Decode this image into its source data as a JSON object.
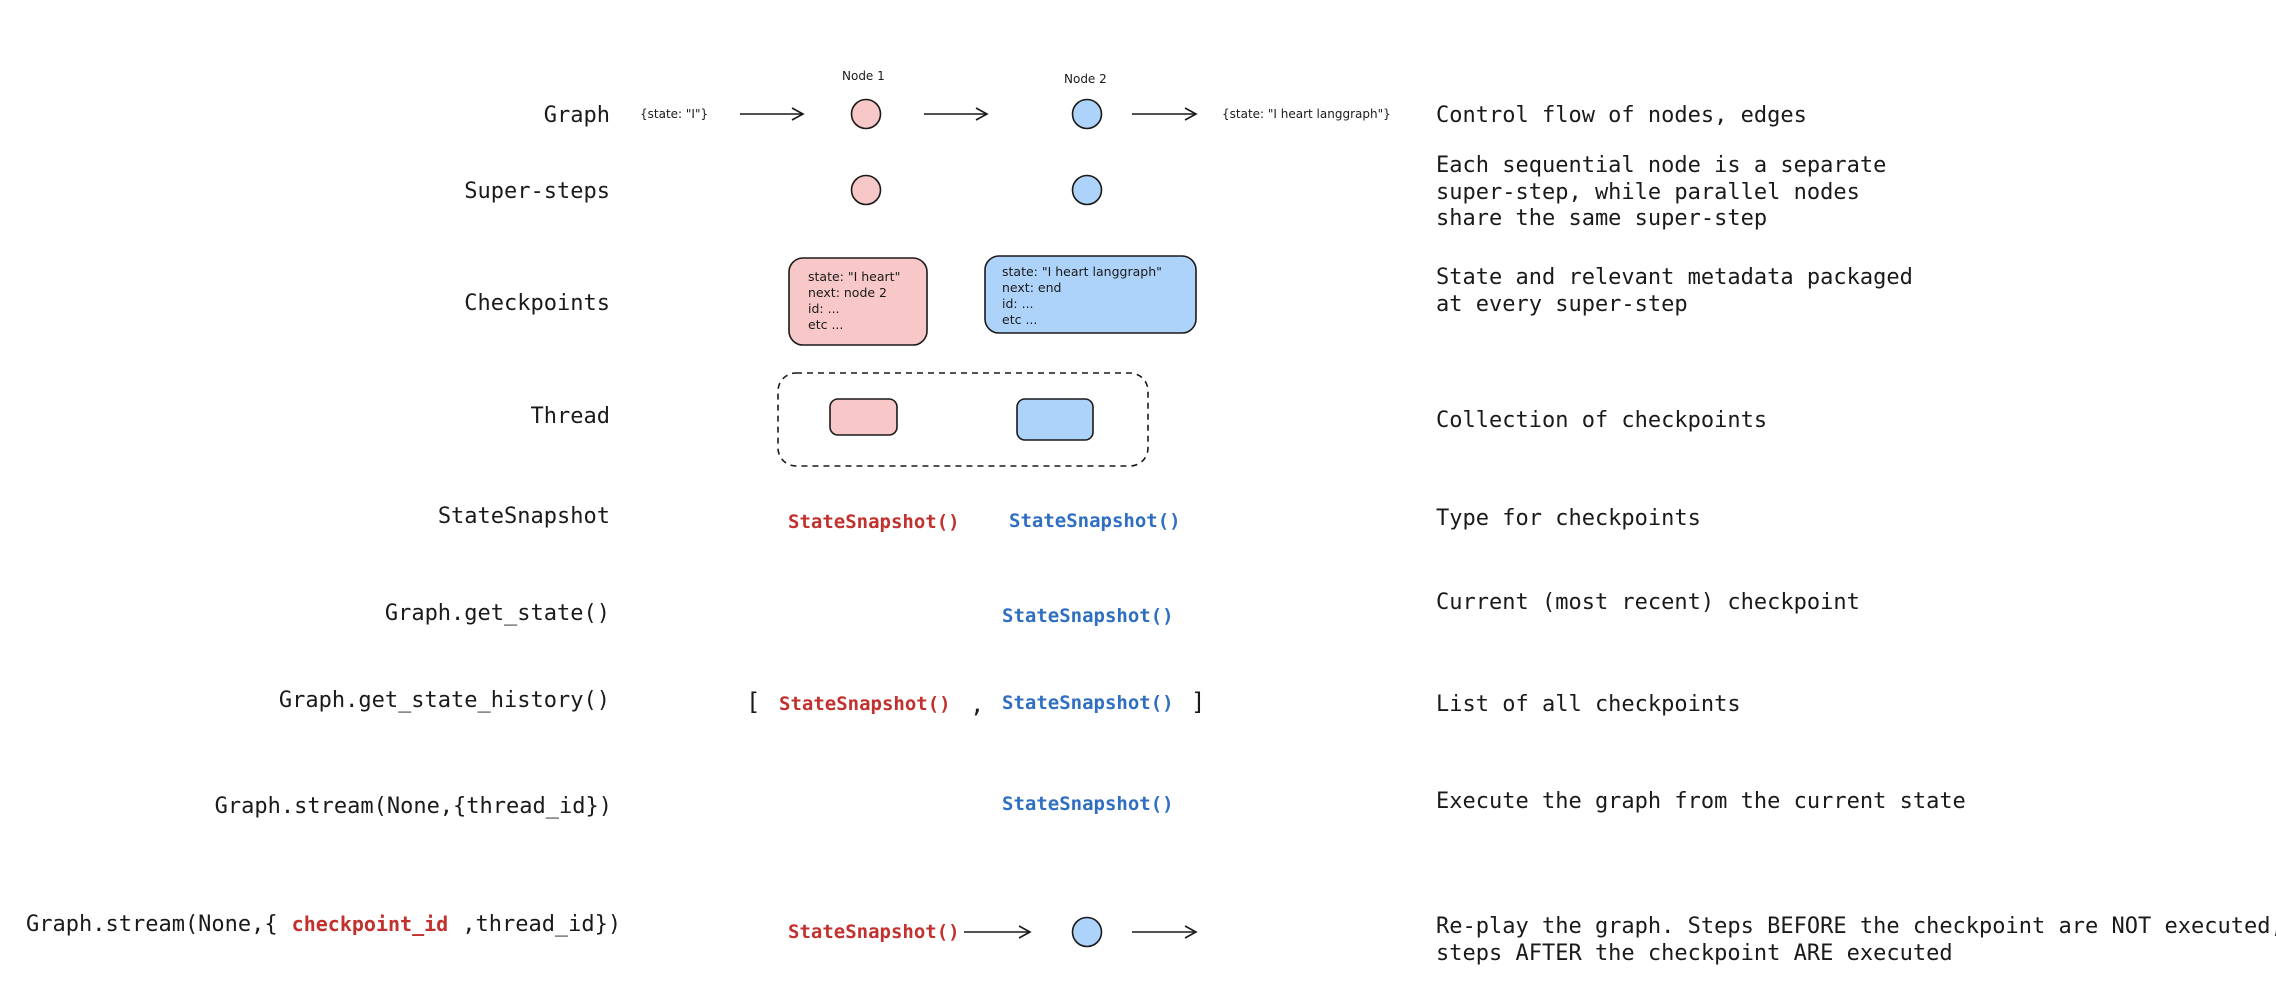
{
  "colors": {
    "node1_fill": "#f8c8c8",
    "node2_fill": "#aed3fa",
    "red_text": "#c2312e",
    "blue_text": "#2f6fc2",
    "stroke": "#1a1a1a"
  },
  "rows": {
    "graph": {
      "label": "Graph",
      "input_state": "{state: \"I\"}",
      "node1_label": "Node 1",
      "node2_label": "Node 2",
      "output_state": "{state: \"I heart langgraph\"}",
      "desc": "Control flow of nodes, edges"
    },
    "supersteps": {
      "label": "Super-steps",
      "desc_lines": [
        "Each sequential node is a separate",
        "super-step, while parallel nodes",
        "share the same super-step"
      ]
    },
    "checkpoints": {
      "label": "Checkpoints",
      "card1_lines": [
        "state: \"I heart\"",
        "next: node 2",
        "id: ...",
        "etc ..."
      ],
      "card2_lines": [
        "state: \"I heart langgraph\"",
        "next: end",
        "id: ...",
        "etc ..."
      ],
      "desc_lines": [
        "State and relevant metadata packaged",
        "at every super-step"
      ]
    },
    "thread": {
      "label": "Thread",
      "desc": "Collection of checkpoints"
    },
    "statesnapshot": {
      "label": "StateSnapshot",
      "left": "StateSnapshot()",
      "right": "StateSnapshot()",
      "desc": "Type for checkpoints"
    },
    "get_state": {
      "label": "Graph.get_state()",
      "right": "StateSnapshot()",
      "desc": "Current (most recent) checkpoint"
    },
    "get_state_history": {
      "label": "Graph.get_state_history()",
      "open_bracket": "[",
      "left": "StateSnapshot()",
      "comma": ",",
      "right": "StateSnapshot()",
      "close_bracket": "]",
      "desc": "List of all checkpoints"
    },
    "stream_thread": {
      "label": "Graph.stream(None,{thread_id})",
      "right": "StateSnapshot()",
      "desc": "Execute the graph from the current state"
    },
    "stream_checkpoint": {
      "label_prefix": "Graph.stream(None,{",
      "label_highlight": "checkpoint_id",
      "label_suffix": ",thread_id})",
      "left": "StateSnapshot()",
      "desc_lines": [
        "Re-play the graph. Steps BEFORE the checkpoint are NOT executed,",
        "steps AFTER the checkpoint ARE executed"
      ]
    }
  }
}
